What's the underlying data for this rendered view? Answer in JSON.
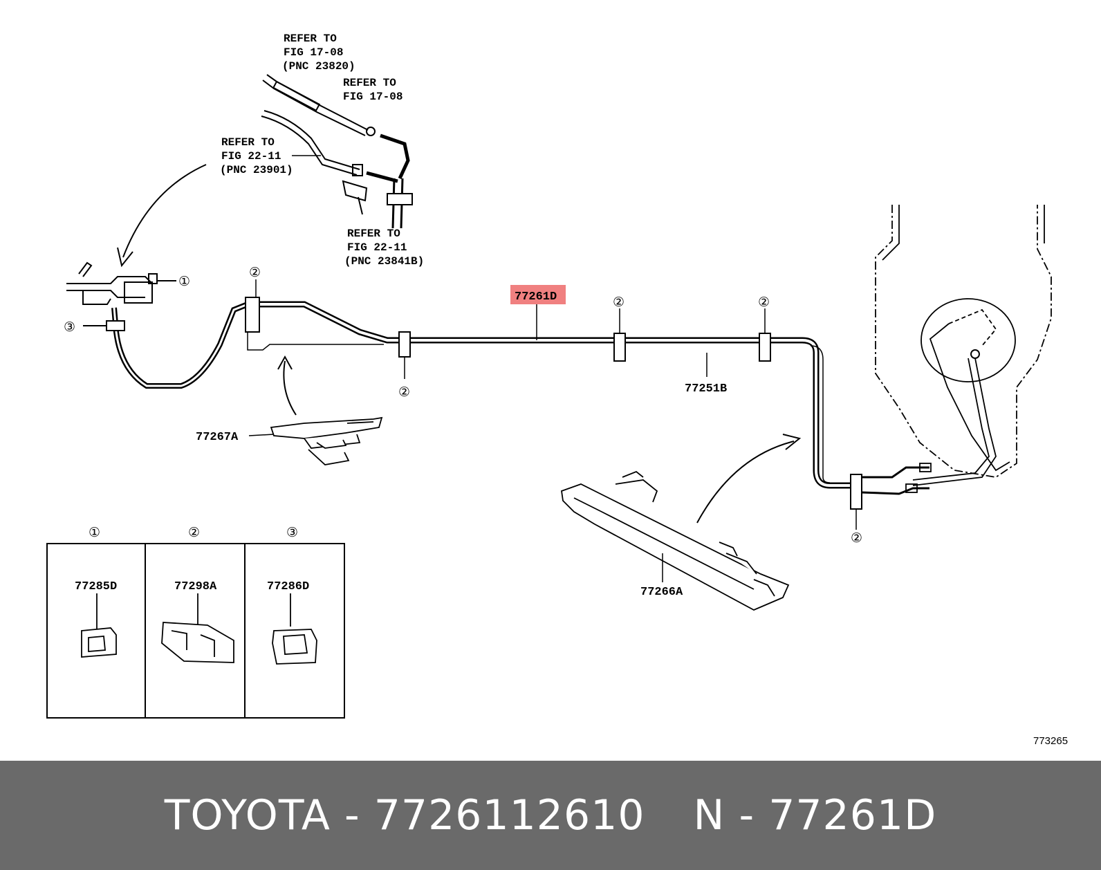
{
  "diagram": {
    "refs": [
      {
        "id": "ref1",
        "lines": [
          "REFER TO",
          "FIG 17-08",
          "(PNC 23820)"
        ]
      },
      {
        "id": "ref2",
        "lines": [
          "REFER TO",
          "FIG 17-08"
        ]
      },
      {
        "id": "ref3",
        "lines": [
          "REFER TO",
          "FIG 22-11",
          "(PNC 23901)"
        ]
      },
      {
        "id": "ref4",
        "lines": [
          "REFER TO",
          "FIG 22-11",
          "(PNC 23841B)"
        ]
      }
    ],
    "callouts": {
      "c1": "①",
      "c2": "②",
      "c3": "③"
    },
    "parts": {
      "highlighted": "77261D",
      "tube_b": "77251B",
      "protector_a": "77267A",
      "protector_b": "77266A"
    },
    "highlight_color": "#f08080",
    "legend": {
      "cells": [
        {
          "callout": "①",
          "part": "77285D"
        },
        {
          "callout": "②",
          "part": "77298A"
        },
        {
          "callout": "③",
          "part": "77286D"
        }
      ]
    },
    "illustration_number": "773265"
  },
  "footer": {
    "brand": "TOYOTA",
    "separator": "-",
    "part_number": "7726112610",
    "n_prefix": "N",
    "n_code": "77261D"
  }
}
